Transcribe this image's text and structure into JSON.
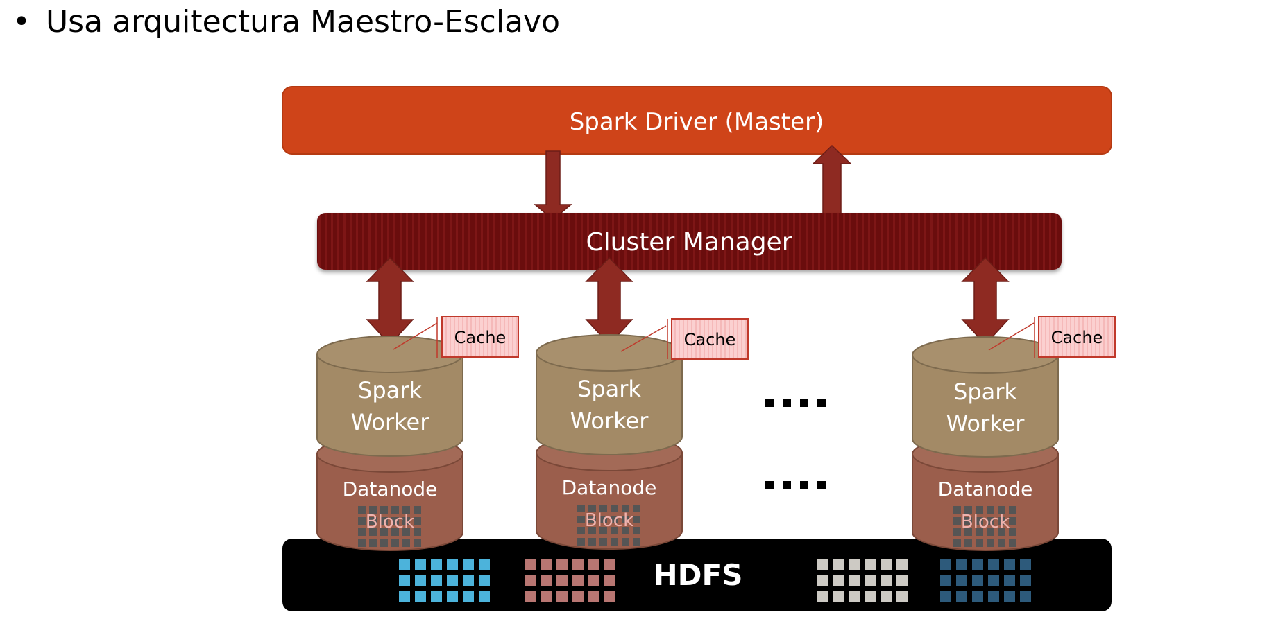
{
  "slide": {
    "bullet": "•",
    "heading": "Usa arquitectura Maestro-Esclavo"
  },
  "diagram": {
    "driver_label": "Spark Driver (Master)",
    "cluster_manager_label": "Cluster Manager",
    "nodes": [
      {
        "worker_line1": "Spark",
        "worker_line2": "Worker",
        "datanode_label": "Datanode",
        "block_label": "Block",
        "cache_label": "Cache"
      },
      {
        "worker_line1": "Spark",
        "worker_line2": "Worker",
        "datanode_label": "Datanode",
        "block_label": "Block",
        "cache_label": "Cache"
      },
      {
        "worker_line1": "Spark",
        "worker_line2": "Worker",
        "datanode_label": "Datanode",
        "block_label": "Block",
        "cache_label": "Cache"
      }
    ],
    "hdfs_label": "HDFS",
    "colors": {
      "driver": "#cf4419",
      "cluster_manager": "#6b0a0a",
      "arrow": "#8e2a22",
      "worker": "#a38a66",
      "datanode": "#9b5e4c",
      "cache_fill": "#fbd0d0",
      "cache_border": "#c0392b",
      "hdfs_bg": "#000000",
      "grid_blue": "#4cb3db",
      "grid_rose": "#b87672",
      "grid_gray": "#cdcac4",
      "grid_navy": "#2d5a7b"
    }
  }
}
